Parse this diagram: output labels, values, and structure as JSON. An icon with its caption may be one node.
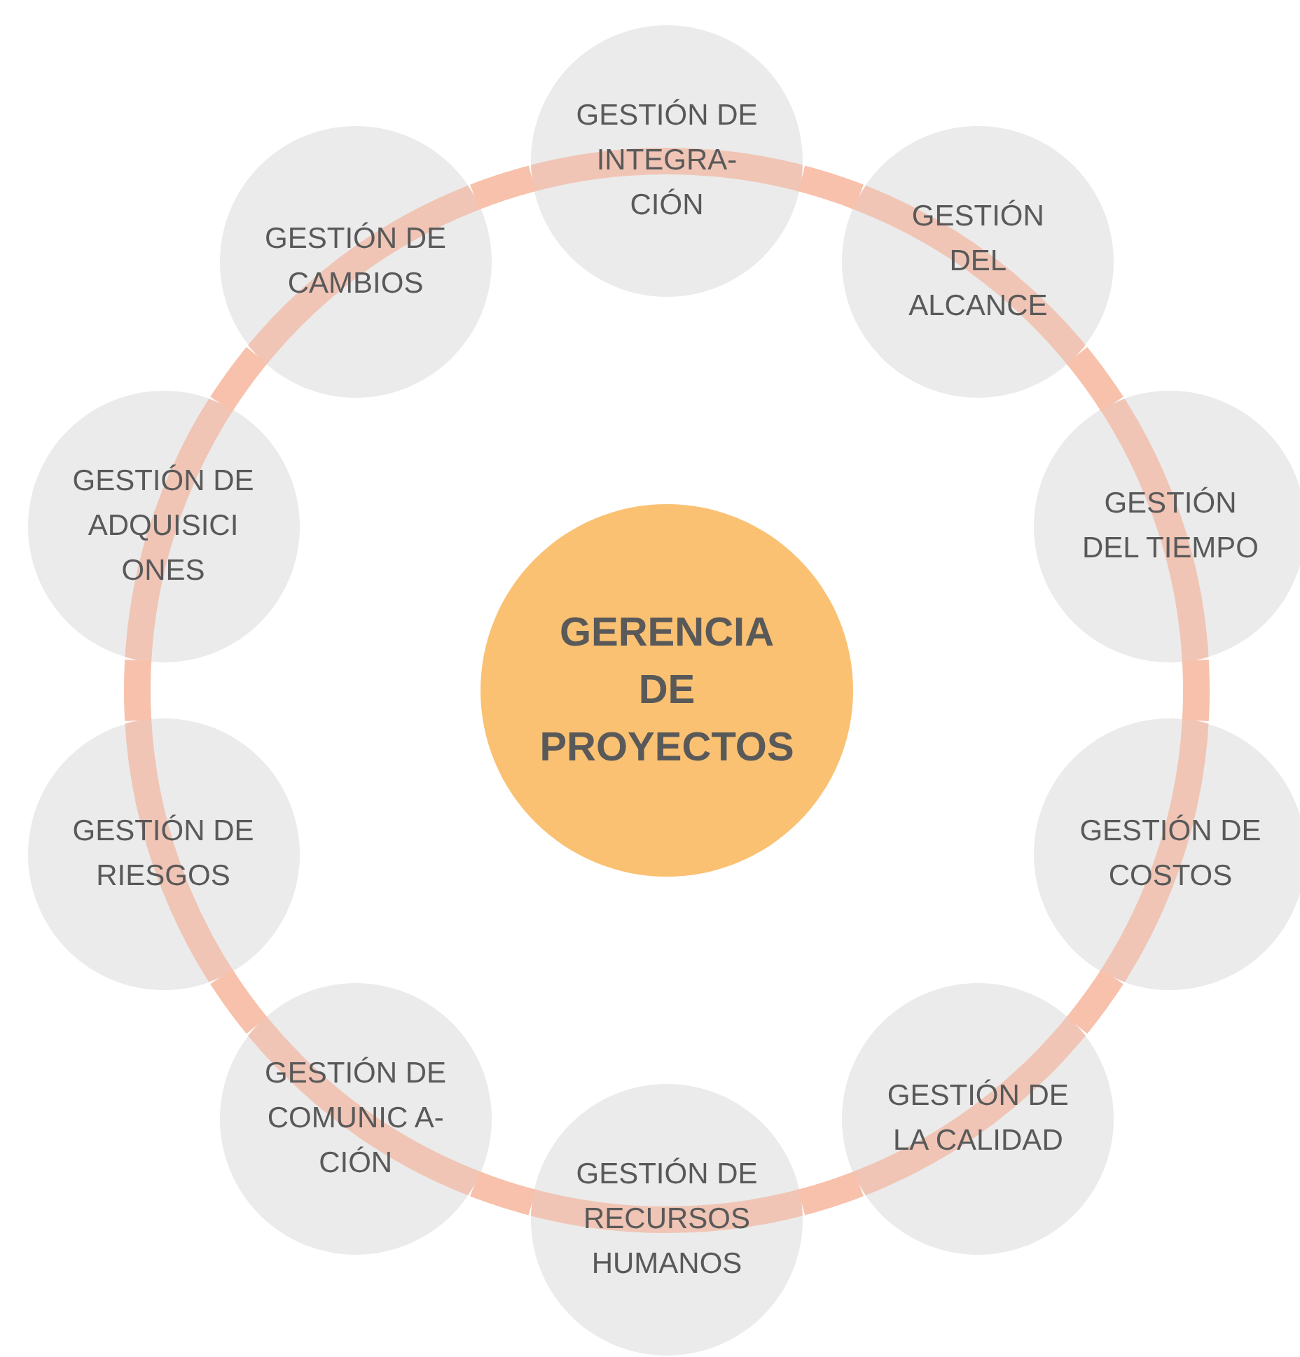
{
  "diagram": {
    "nodes": [
      {
        "text": [
          "GERENCIA DE PROYECTOS"
        ]
      },
      {
        "text": [
          "GESTIÓN DE INTEGRA- CIÓN"
        ]
      },
      {
        "text": [
          "GESTIÓN DEL ALCANCE"
        ]
      },
      {
        "text": [
          "GESTIÓN DEL TIEMPO"
        ]
      },
      {
        "text": [
          "GESTIÓN DE COSTOS"
        ]
      },
      {
        "text": [
          "GESTIÓN DE LA CALIDAD"
        ]
      },
      {
        "text": [
          "GESTIÓN DE RECURSOS HUMANOS"
        ]
      },
      {
        "text": [
          "GESTIÓN DE COMUNIC A-CIÓN"
        ]
      },
      {
        "text": [
          "GESTIÓN DE RIESGOS"
        ]
      },
      {
        "text": [
          "GESTIÓN DE ADQUISICI ONES"
        ]
      },
      {
        "text": [
          "GESTIÓN DE CAMBIOS"
        ]
      }
    ],
    "edges": [
      {
        "from": 1,
        "to": 2,
        "arrow": "none"
      },
      {
        "from": 2,
        "to": 3,
        "arrow": "none"
      },
      {
        "from": 3,
        "to": 4,
        "arrow": "none"
      },
      {
        "from": 4,
        "to": 5,
        "arrow": "none"
      },
      {
        "from": 5,
        "to": 6,
        "arrow": "none"
      },
      {
        "from": 6,
        "to": 7,
        "arrow": "none"
      },
      {
        "from": 7,
        "to": 8,
        "arrow": "none"
      },
      {
        "from": 8,
        "to": 9,
        "arrow": "none"
      },
      {
        "from": 9,
        "to": 10,
        "arrow": "none"
      },
      {
        "from": 10,
        "to": 1,
        "arrow": "none"
      }
    ]
  }
}
